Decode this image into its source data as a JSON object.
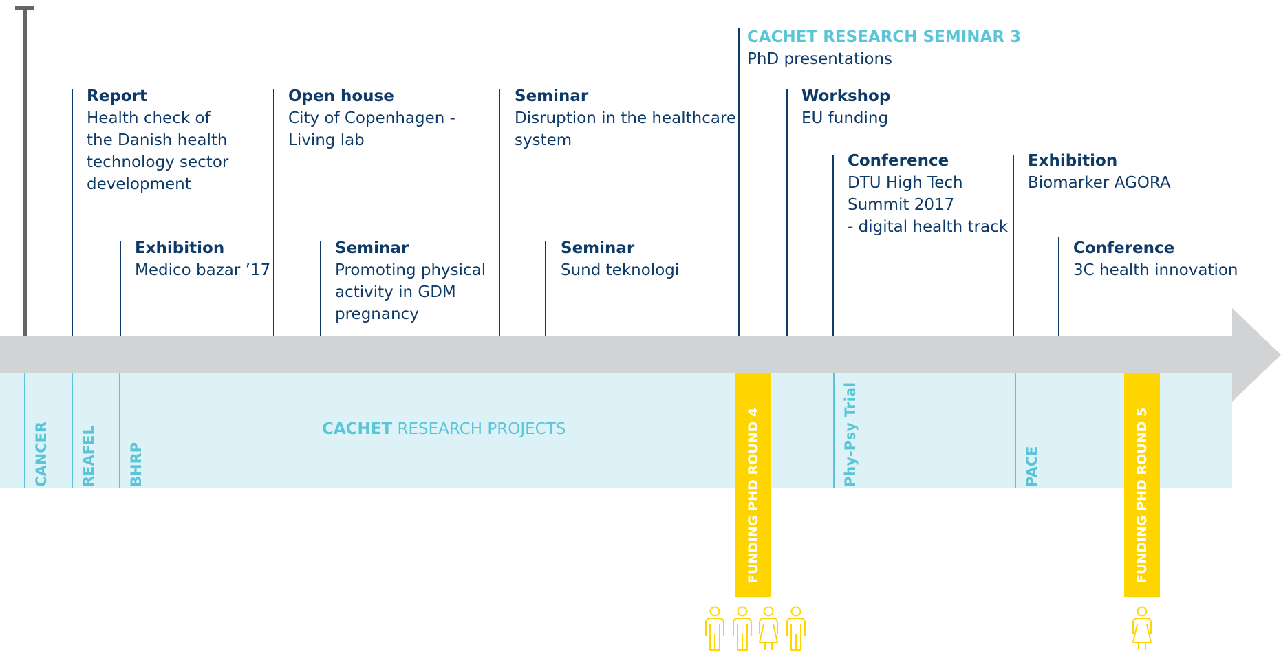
{
  "events": {
    "report": {
      "title": "Report",
      "lines": [
        "Health check of",
        "the Danish health",
        "technology sector",
        "development"
      ]
    },
    "exhibition1": {
      "title": "Exhibition",
      "lines": [
        "Medico bazar ’17"
      ]
    },
    "open_house": {
      "title": "Open house",
      "lines": [
        "City of Copenhagen -",
        "Living lab"
      ]
    },
    "seminar1": {
      "title": "Seminar",
      "lines": [
        "Promoting physical",
        "activity in GDM",
        "pregnancy"
      ]
    },
    "seminar2": {
      "title": "Seminar",
      "lines": [
        "Disruption in the healthcare",
        "system"
      ]
    },
    "seminar3": {
      "title": "Seminar",
      "lines": [
        "Sund teknologi"
      ]
    },
    "cachet_seminar": {
      "title": "CACHET RESEARCH SEMINAR 3",
      "lines": [
        "PhD presentations"
      ]
    },
    "workshop": {
      "title": "Workshop",
      "lines": [
        "EU funding"
      ]
    },
    "conference1": {
      "title": "Conference",
      "lines": [
        "DTU High Tech",
        "Summit 2017",
        "- digital health track"
      ]
    },
    "exhibition2": {
      "title": "Exhibition",
      "lines": [
        "Biomarker AGORA"
      ]
    },
    "conference2": {
      "title": "Conference",
      "lines": [
        "3C health innovation"
      ]
    }
  },
  "projects": {
    "title_bold": "CACHET",
    "title_rest": " RESEARCH PROJECTS",
    "labels": {
      "cancer": "CANCER",
      "reafel": "REAFEL",
      "bhrp": "BHRP",
      "phypsy": "Phy-Psy Trial",
      "pace": "PACE"
    }
  },
  "funding": {
    "round4": "FUNDING PHD ROUND 4",
    "round5": "FUNDING PHD ROUND 5"
  },
  "colors": {
    "navy": "#0e3a68",
    "cyan": "#5bc5d8",
    "band": "#dcf2f7",
    "arrow": "#d1d3d4",
    "yellow": "#ffd500",
    "start_bar": "#666666"
  },
  "icons": {
    "person": "person-outline-icon"
  }
}
